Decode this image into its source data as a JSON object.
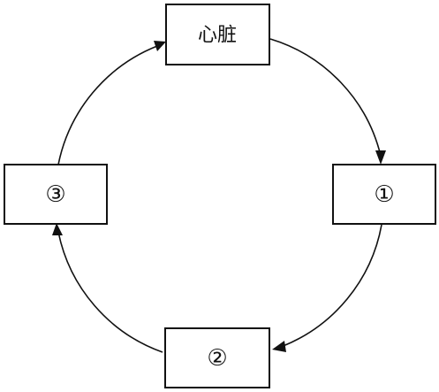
{
  "diagram": {
    "nodes": {
      "top": "心脏",
      "right": "①",
      "bottom": "②",
      "left": "③"
    }
  }
}
